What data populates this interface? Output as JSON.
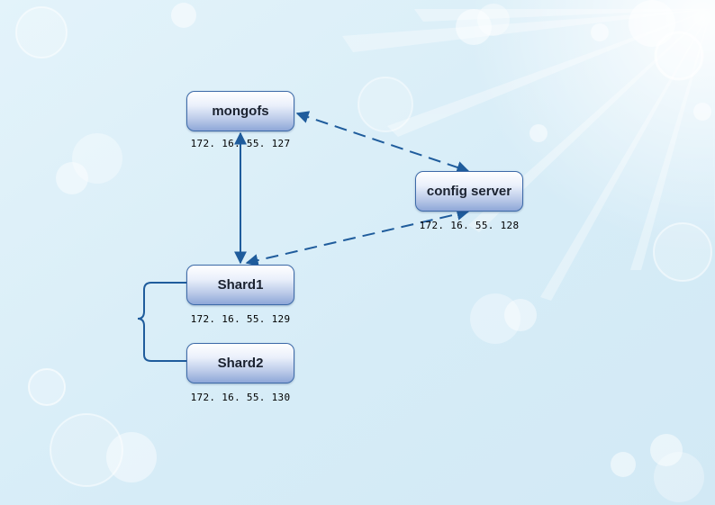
{
  "nodes": {
    "mongofs": {
      "label": "mongofs",
      "ip": "172. 16. 55. 127"
    },
    "config": {
      "label": "config server",
      "ip": "172. 16. 55. 128"
    },
    "shard1": {
      "label": "Shard1",
      "ip": "172. 16. 55. 129"
    },
    "shard2": {
      "label": "Shard2",
      "ip": "172. 16. 55. 130"
    }
  },
  "colors": {
    "background": "#dcefF8",
    "line": "#1f5c9c",
    "node_border": "#3d6aa8"
  }
}
